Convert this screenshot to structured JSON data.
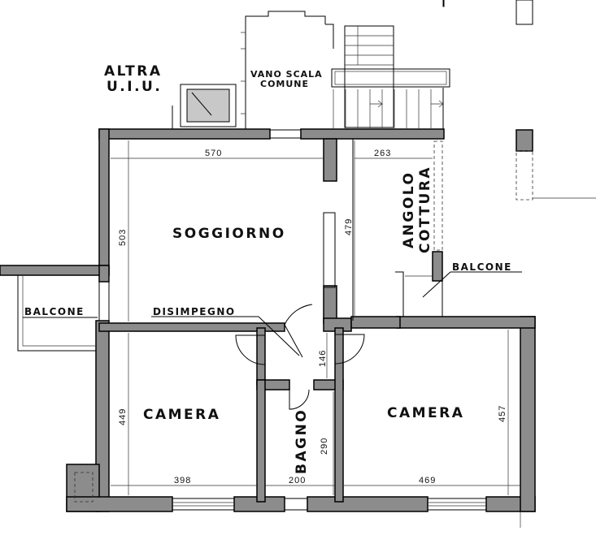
{
  "labels": {
    "altra_1": "ALTRA",
    "altra_2": "U.I.U.",
    "vano_1": "VANO SCALA",
    "vano_2": "COMUNE",
    "soggiorno": "SOGGIORNO",
    "angolo_1": "ANGOLO",
    "angolo_2": "COTTURA",
    "balcone_right": "BALCONE",
    "balcone_left": "BALCONE",
    "disimpegno": "DISIMPEGNO",
    "camera_left": "CAMERA",
    "camera_right": "CAMERA",
    "bagno": "BAGNO"
  },
  "dimensions": {
    "soggiorno_width": "570",
    "cottura_width": "263",
    "soggiorno_depth": "503",
    "cottura_depth": "479",
    "disimpegno_depth": "146",
    "camera_left_depth": "449",
    "camera_right_depth": "457",
    "bagno_depth": "290",
    "camera_left_width": "398",
    "bagno_width": "200",
    "camera_right_width": "469"
  }
}
